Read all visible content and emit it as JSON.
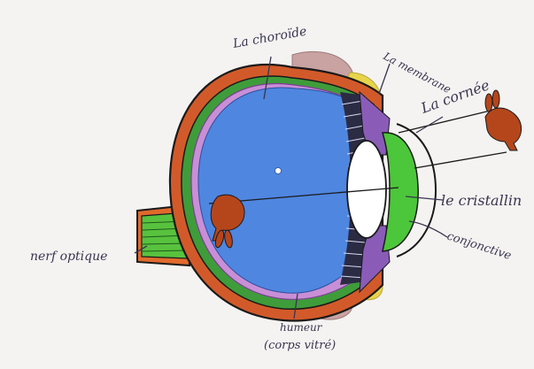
{
  "labels": {
    "choroide": "La choroïde",
    "membrane": "La membrane",
    "cornee": "La cornée",
    "cristallin": "le cristallin",
    "conjonctive": "conjonctive",
    "nerf": "nerf optique",
    "humeur_line1": "humeur",
    "humeur_line2": "(corps vitré)"
  },
  "colors": {
    "paper": "#f4f3f1",
    "sclera": "#c9532a",
    "choroid": "#3f9c3a",
    "retina_band": "#c98fd6",
    "vitreous": "#4f86e0",
    "iris": "#8a5cb8",
    "lens_green": "#4cc63a",
    "conjunctiva_pink": "#c9a2a2",
    "conjunctiva_yellow": "#e7d44a",
    "rabbit": "#b5461c",
    "optic_nerve": "#58c23e",
    "ink": "#3a3550"
  }
}
